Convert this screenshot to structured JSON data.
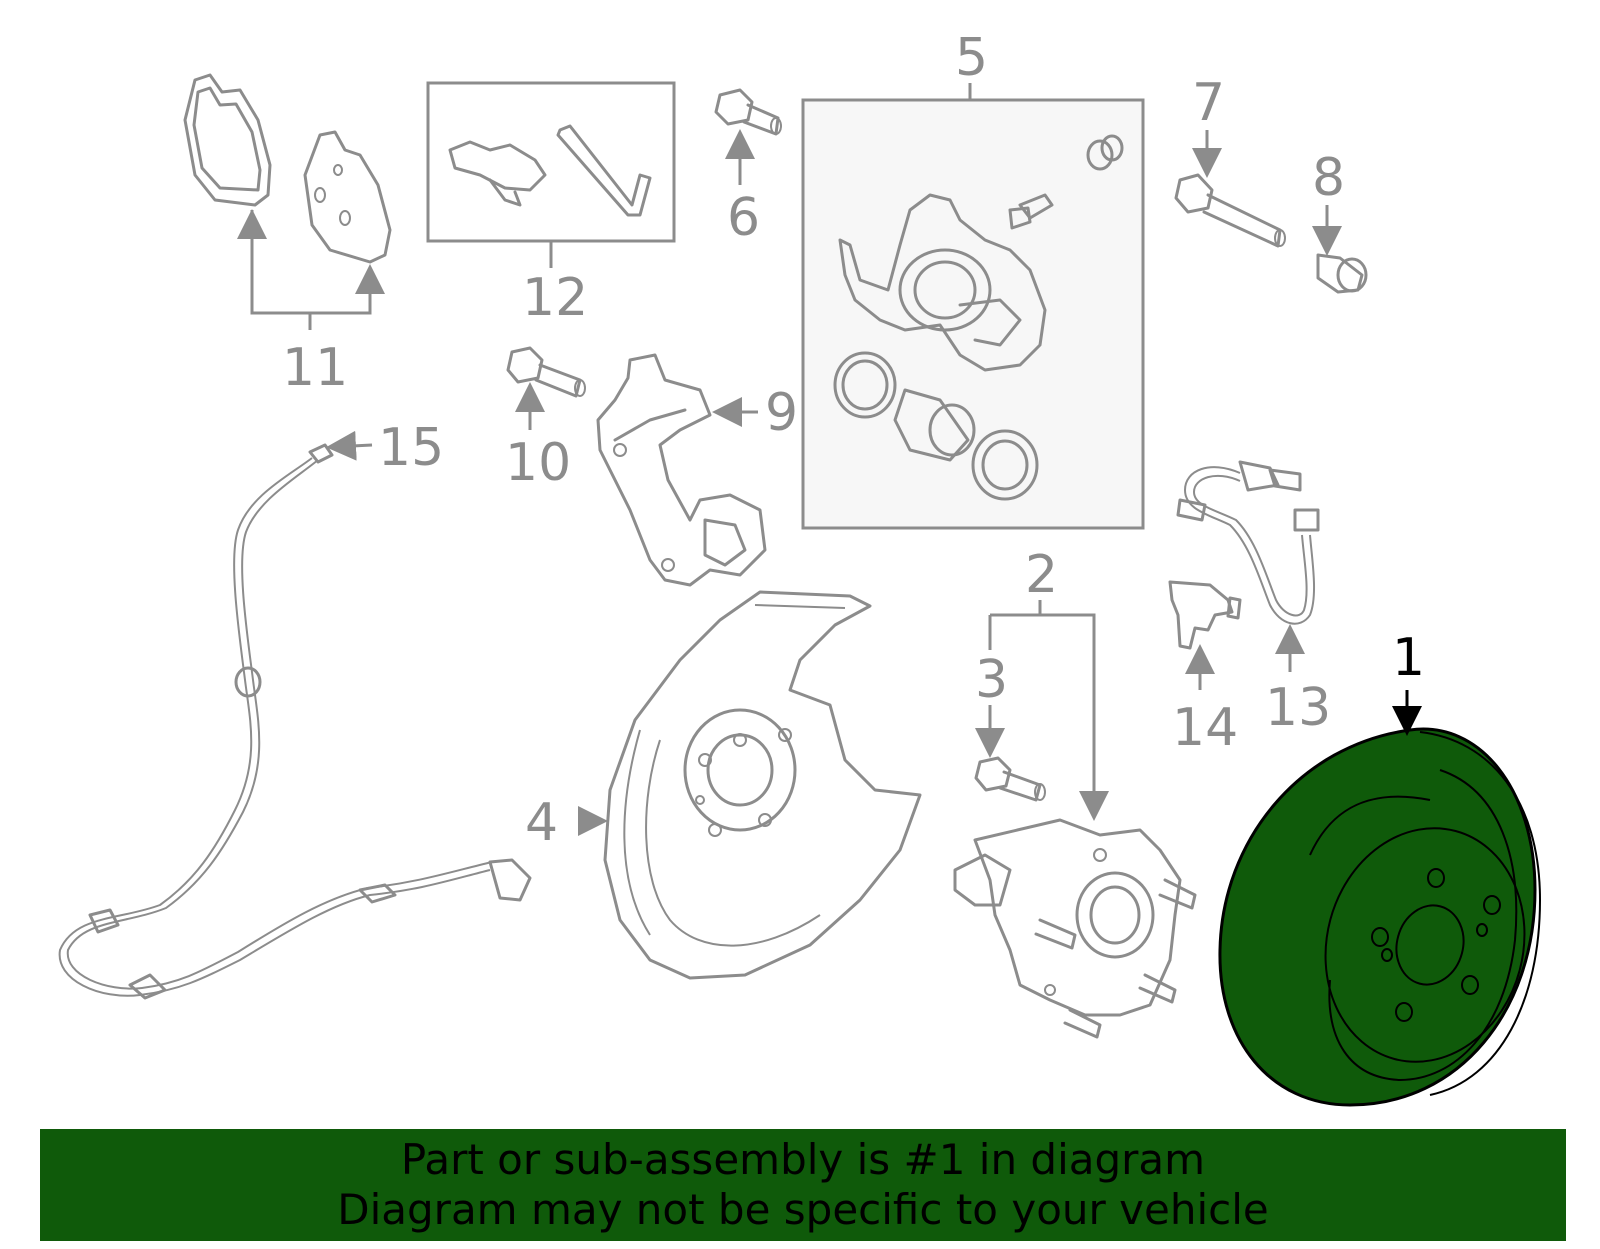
{
  "callouts": {
    "c1": "1",
    "c2": "2",
    "c3": "3",
    "c4": "4",
    "c5": "5",
    "c6": "6",
    "c7": "7",
    "c8": "8",
    "c9": "9",
    "c10": "10",
    "c11": "11",
    "c12": "12",
    "c13": "13",
    "c14": "14",
    "c15": "15"
  },
  "highlight": {
    "part": "1",
    "color": "#0f5a0a"
  },
  "footer": {
    "line1": "Part or sub-assembly is #1 in diagram",
    "line2": "Diagram may not be specific to your vehicle"
  }
}
